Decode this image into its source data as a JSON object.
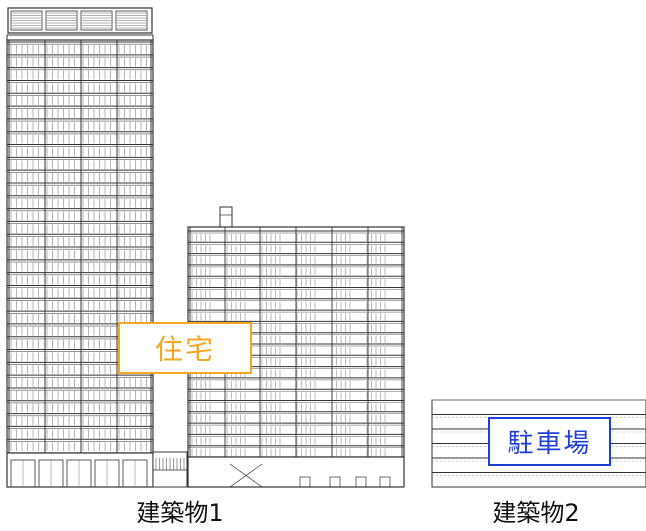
{
  "labels": {
    "housing": "住宅",
    "parking": "駐車場"
  },
  "captions": {
    "building1": "建築物1",
    "building2": "建築物2"
  },
  "colors": {
    "housing_border": "#f5a623",
    "parking_border": "#1f3fd6",
    "line": "#333333"
  },
  "icons": {
    "tower": "tall-residential-tower-elevation",
    "midrise": "mid-rise-apartment-elevation",
    "parking": "parking-structure-elevation"
  }
}
